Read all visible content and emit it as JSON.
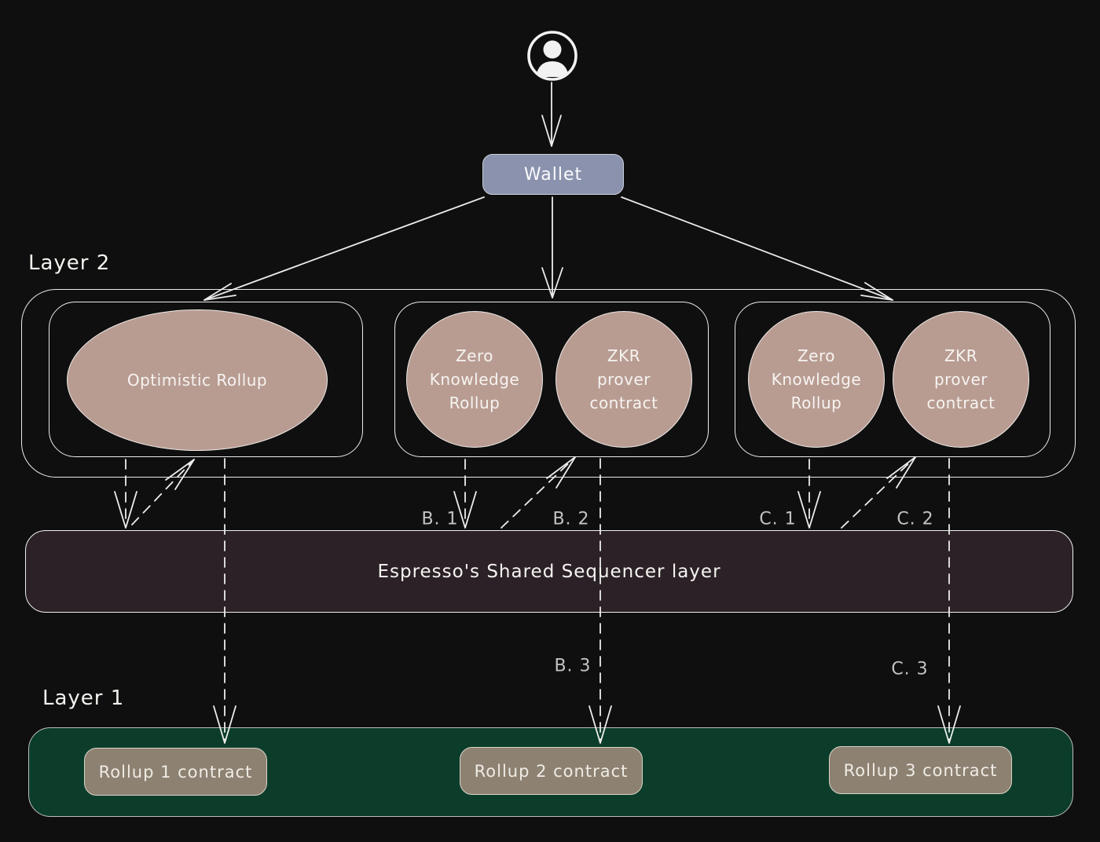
{
  "colors": {
    "background": "#0f0f0f",
    "wallet_fill": "#8a92ad",
    "rollup_node_fill": "#b89c92",
    "sequencer_fill": "#2b2127",
    "layer1_fill": "#0c3d2b",
    "contract_fill": "#8d8172",
    "line_stroke": "#ececec"
  },
  "user": {
    "icon": "user-icon"
  },
  "wallet": {
    "label": "Wallet"
  },
  "layer2": {
    "label": "Layer 2",
    "groups": [
      {
        "nodes": [
          {
            "shape": "ellipse",
            "label": "Optimistic Rollup"
          }
        ]
      },
      {
        "nodes": [
          {
            "shape": "circle",
            "label": "Zero\nKnowledge\nRollup"
          },
          {
            "shape": "circle",
            "label": "ZKR\nprover\ncontract"
          }
        ]
      },
      {
        "nodes": [
          {
            "shape": "circle",
            "label": "Zero\nKnowledge\nRollup"
          },
          {
            "shape": "circle",
            "label": "ZKR\nprover\ncontract"
          }
        ]
      }
    ]
  },
  "sequencer": {
    "label": "Espresso's Shared Sequencer layer"
  },
  "layer1": {
    "label": "Layer 1",
    "contracts": [
      {
        "label": "Rollup 1 contract"
      },
      {
        "label": "Rollup 2 contract"
      },
      {
        "label": "Rollup 3 contract"
      }
    ]
  },
  "flow_labels": {
    "b1": "B. 1",
    "b2": "B. 2",
    "b3": "B. 3",
    "c1": "C. 1",
    "c2": "C. 2",
    "c3": "C. 3"
  }
}
